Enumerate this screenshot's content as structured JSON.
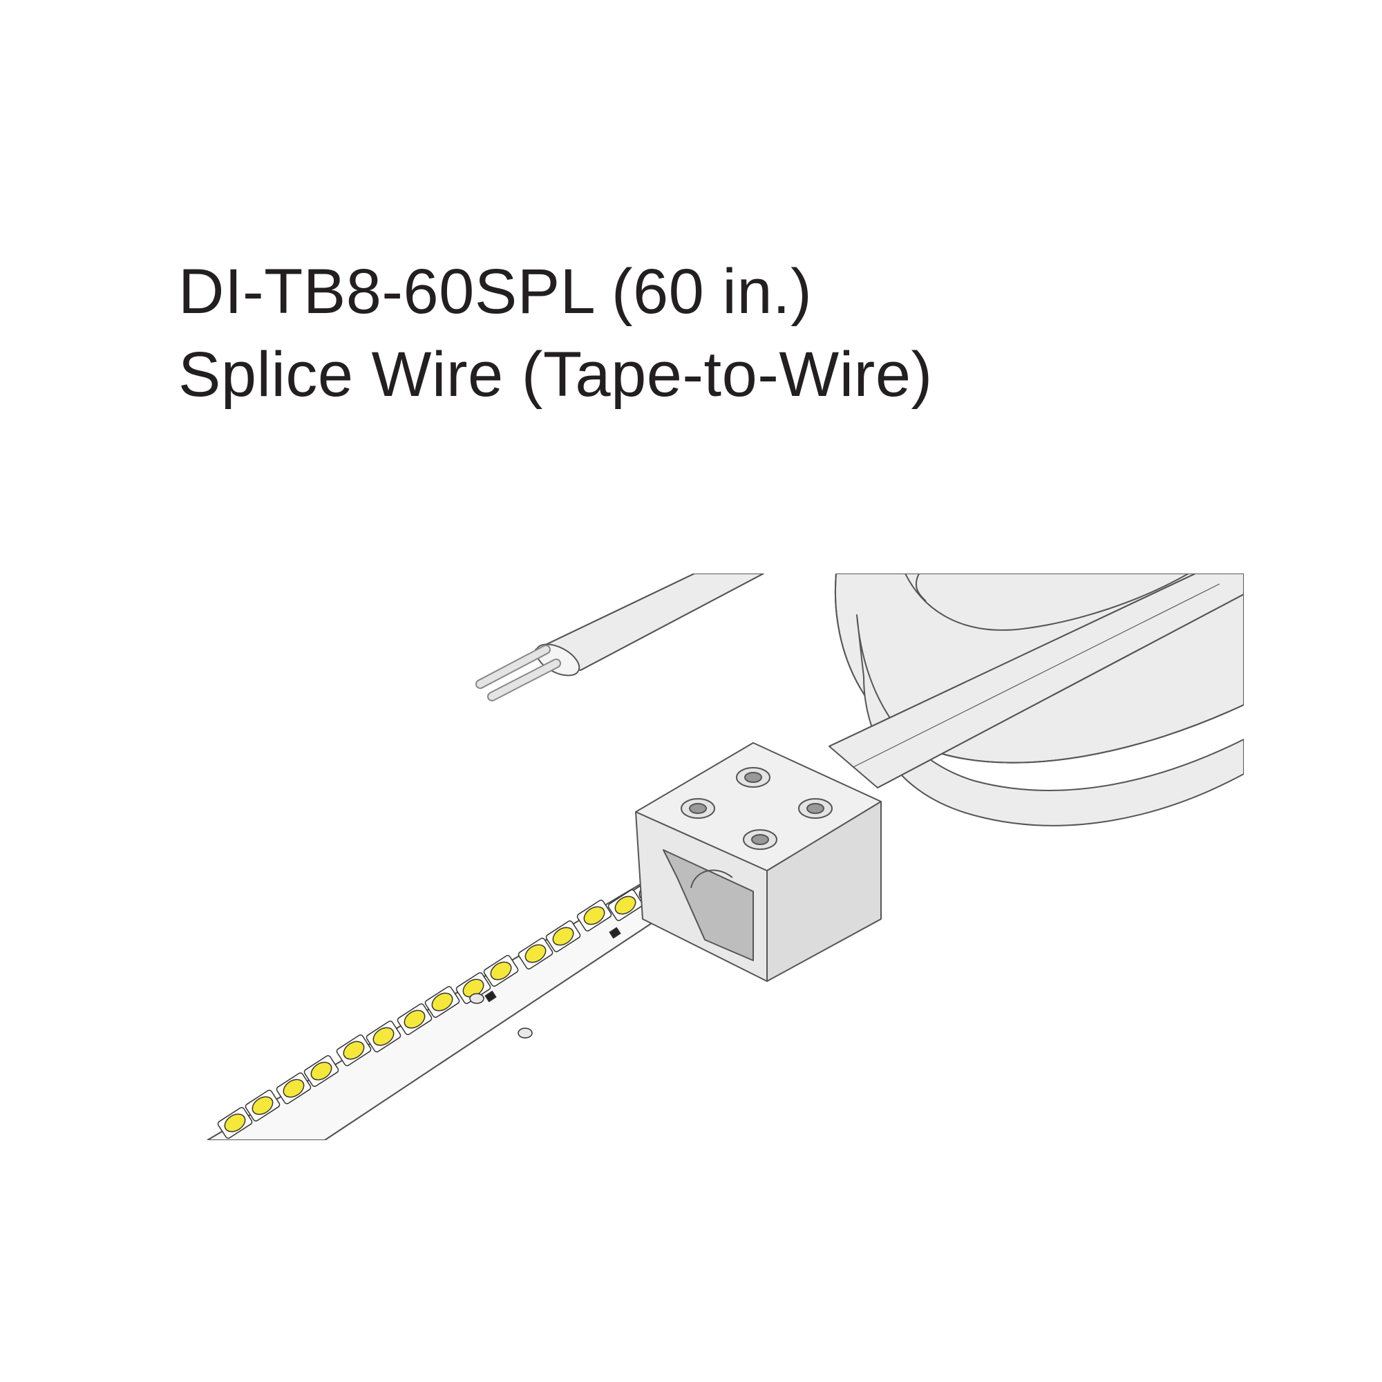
{
  "product": {
    "model_line": "DI-TB8-60SPL (60 in.)",
    "name_line": "Splice Wire (Tape-to-Wire)"
  },
  "illustration": {
    "subject": "LED tape splice connector with wire lead",
    "led_color": "#f5e83a",
    "outline_color": "#555555",
    "fill_color": "#ececec"
  }
}
